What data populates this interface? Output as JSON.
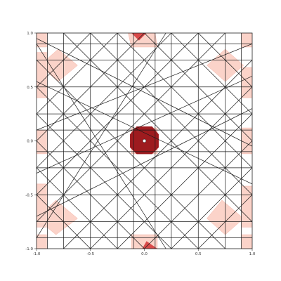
{
  "chart_data": {
    "type": "scatter",
    "title": "",
    "xlabel": "",
    "ylabel": "",
    "xlim": [
      -1.0,
      1.0
    ],
    "ylim": [
      -1.0,
      1.0
    ],
    "x_ticks": [
      "-1.0",
      "-0.5",
      "0.0",
      "0.5",
      "1.0"
    ],
    "y_ticks": [
      "1.0",
      "0.5",
      "0.0",
      "-0.5",
      "-1.0"
    ],
    "x_tick_values": [
      -1.0,
      -0.5,
      0.0,
      0.5,
      1.0
    ],
    "y_tick_values": [
      1.0,
      0.5,
      0.0,
      -0.5,
      -1.0
    ],
    "grid": true,
    "colors": {
      "light_region": "#fbd3c9",
      "light_region_edge": "#f4b3a6",
      "dark_region": "#9e1b1f",
      "mid_region": "#d94a4a",
      "lines": "#1a1a1a",
      "center_point": "#ffffff"
    },
    "vertical_lines_x": [
      -0.9,
      -0.75,
      -0.5,
      -0.25,
      -0.1,
      0.1,
      0.25,
      0.5,
      0.75,
      0.9
    ],
    "horizontal_lines_y": [
      0.9,
      0.75,
      0.5,
      0.25,
      0.1,
      -0.1,
      -0.25,
      -0.5,
      -0.75,
      -0.9
    ],
    "diagonal_lines": [
      {
        "x1": -1.0,
        "y1": 0.9,
        "x2": 0.2,
        "y2": -1.0
      },
      {
        "x1": -1.0,
        "y1": 0.75,
        "x2": 0.75,
        "y2": -1.0
      },
      {
        "x1": -1.0,
        "y1": 0.5,
        "x2": 0.5,
        "y2": -1.0
      },
      {
        "x1": -1.0,
        "y1": 0.25,
        "x2": 0.25,
        "y2": -1.0
      },
      {
        "x1": -1.0,
        "y1": 0.0,
        "x2": 0.0,
        "y2": -1.0
      },
      {
        "x1": -1.0,
        "y1": -0.25,
        "x2": -0.25,
        "y2": -1.0
      },
      {
        "x1": -1.0,
        "y1": -0.5,
        "x2": -0.5,
        "y2": -1.0
      },
      {
        "x1": -0.75,
        "y1": 1.0,
        "x2": 1.0,
        "y2": -0.75
      },
      {
        "x1": -0.5,
        "y1": 1.0,
        "x2": 1.0,
        "y2": -0.5
      },
      {
        "x1": -0.25,
        "y1": 1.0,
        "x2": 1.0,
        "y2": -0.25
      },
      {
        "x1": 0.0,
        "y1": 1.0,
        "x2": 1.0,
        "y2": 0.0
      },
      {
        "x1": 0.25,
        "y1": 1.0,
        "x2": 1.0,
        "y2": 0.25
      },
      {
        "x1": 0.5,
        "y1": 1.0,
        "x2": 1.0,
        "y2": 0.5
      },
      {
        "x1": -1.0,
        "y1": -0.9,
        "x2": 0.2,
        "y2": 1.0
      },
      {
        "x1": -1.0,
        "y1": -0.75,
        "x2": 0.75,
        "y2": 1.0
      },
      {
        "x1": -1.0,
        "y1": -0.5,
        "x2": 0.5,
        "y2": 1.0
      },
      {
        "x1": -1.0,
        "y1": -0.25,
        "x2": 0.25,
        "y2": 1.0
      },
      {
        "x1": -1.0,
        "y1": 0.0,
        "x2": 0.0,
        "y2": 1.0
      },
      {
        "x1": -1.0,
        "y1": 0.25,
        "x2": -0.25,
        "y2": 1.0
      },
      {
        "x1": -1.0,
        "y1": 0.5,
        "x2": -0.5,
        "y2": 1.0
      },
      {
        "x1": -0.75,
        "y1": -1.0,
        "x2": 1.0,
        "y2": 0.75
      },
      {
        "x1": -0.5,
        "y1": -1.0,
        "x2": 1.0,
        "y2": 0.5
      },
      {
        "x1": -0.25,
        "y1": -1.0,
        "x2": 1.0,
        "y2": 0.25
      },
      {
        "x1": 0.0,
        "y1": -1.0,
        "x2": 1.0,
        "y2": 0.0
      },
      {
        "x1": 0.25,
        "y1": -1.0,
        "x2": 1.0,
        "y2": -0.25
      },
      {
        "x1": 0.5,
        "y1": -1.0,
        "x2": 1.0,
        "y2": -0.5
      },
      {
        "x1": -1.0,
        "y1": 0.1,
        "x2": 1.0,
        "y2": 0.9
      },
      {
        "x1": -1.0,
        "y1": -0.3,
        "x2": 1.0,
        "y2": 0.6
      },
      {
        "x1": -1.0,
        "y1": -0.7,
        "x2": 1.0,
        "y2": 0.3
      },
      {
        "x1": -1.0,
        "y1": 0.55,
        "x2": 1.0,
        "y2": -0.4
      },
      {
        "x1": -1.0,
        "y1": 0.95,
        "x2": 1.0,
        "y2": -0.05
      }
    ],
    "light_regions": [
      [
        [
          -1.0,
          1.0
        ],
        [
          -0.9,
          1.0
        ],
        [
          -0.9,
          0.87
        ],
        [
          -1.0,
          0.87
        ]
      ],
      [
        [
          -0.15,
          1.0
        ],
        [
          0.1,
          1.0
        ],
        [
          0.12,
          0.87
        ],
        [
          -0.12,
          0.87
        ]
      ],
      [
        [
          0.9,
          1.0
        ],
        [
          1.0,
          1.0
        ],
        [
          1.0,
          0.87
        ],
        [
          0.9,
          0.87
        ]
      ],
      [
        [
          -0.8,
          0.85
        ],
        [
          -0.62,
          0.7
        ],
        [
          -0.8,
          0.55
        ],
        [
          -0.97,
          0.7
        ]
      ],
      [
        [
          0.75,
          0.85
        ],
        [
          0.92,
          0.7
        ],
        [
          0.75,
          0.55
        ],
        [
          0.58,
          0.7
        ]
      ],
      [
        [
          -1.0,
          0.82
        ],
        [
          -0.9,
          0.82
        ],
        [
          -0.9,
          0.4
        ],
        [
          -1.0,
          0.4
        ]
      ],
      [
        [
          0.9,
          0.68
        ],
        [
          1.0,
          0.68
        ],
        [
          1.0,
          0.4
        ],
        [
          0.9,
          0.4
        ]
      ],
      [
        [
          -1.0,
          0.1
        ],
        [
          -0.9,
          0.1
        ],
        [
          -0.9,
          -0.12
        ],
        [
          -1.0,
          -0.12
        ]
      ],
      [
        [
          0.9,
          0.12
        ],
        [
          1.0,
          0.12
        ],
        [
          1.0,
          -0.12
        ],
        [
          0.9,
          -0.12
        ]
      ],
      [
        [
          -0.12,
          0.12
        ],
        [
          0.12,
          0.12
        ],
        [
          0.12,
          -0.12
        ],
        [
          -0.12,
          -0.12
        ]
      ],
      [
        [
          -0.82,
          -0.55
        ],
        [
          -0.62,
          -0.72
        ],
        [
          -0.82,
          -0.87
        ],
        [
          -1.0,
          -0.72
        ]
      ],
      [
        [
          0.72,
          -0.55
        ],
        [
          0.92,
          -0.72
        ],
        [
          0.75,
          -0.87
        ],
        [
          0.58,
          -0.72
        ]
      ],
      [
        [
          -1.0,
          -0.4
        ],
        [
          -0.9,
          -0.4
        ],
        [
          -0.9,
          -0.8
        ],
        [
          -1.0,
          -0.8
        ]
      ],
      [
        [
          0.9,
          -0.42
        ],
        [
          1.0,
          -0.42
        ],
        [
          1.0,
          -0.8
        ],
        [
          0.9,
          -0.8
        ]
      ],
      [
        [
          -1.0,
          -0.87
        ],
        [
          -0.9,
          -0.87
        ],
        [
          -0.9,
          -1.0
        ],
        [
          -1.0,
          -1.0
        ]
      ],
      [
        [
          -0.12,
          -0.87
        ],
        [
          0.12,
          -0.87
        ],
        [
          0.12,
          -1.0
        ],
        [
          -0.12,
          -1.0
        ]
      ],
      [
        [
          0.9,
          -0.87
        ],
        [
          1.0,
          -0.87
        ],
        [
          1.0,
          -1.0
        ],
        [
          0.9,
          -1.0
        ]
      ]
    ],
    "mid_regions": [
      [
        [
          -0.12,
          1.0
        ],
        [
          0.02,
          1.0
        ],
        [
          -0.05,
          0.93
        ]
      ],
      [
        [
          0.02,
          -0.93
        ],
        [
          0.12,
          -1.0
        ],
        [
          -0.02,
          -1.0
        ]
      ]
    ],
    "dark_region": [
      [
        -0.07,
        0.13
      ],
      [
        0.07,
        0.13
      ],
      [
        0.13,
        0.06
      ],
      [
        0.13,
        -0.06
      ],
      [
        0.07,
        -0.12
      ],
      [
        -0.07,
        -0.12
      ],
      [
        -0.13,
        -0.06
      ],
      [
        -0.13,
        0.06
      ]
    ],
    "center_point": {
      "x": 0.0,
      "y": 0.0
    }
  }
}
